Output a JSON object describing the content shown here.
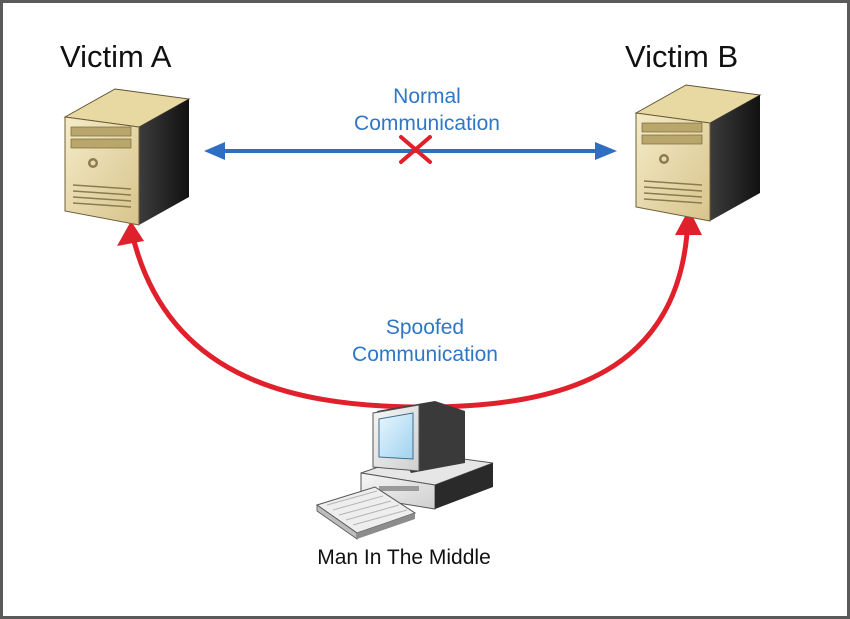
{
  "nodes": {
    "victim_a": {
      "label": "Victim A",
      "icon": "server-icon"
    },
    "victim_b": {
      "label": "Victim B",
      "icon": "server-icon"
    },
    "attacker": {
      "label": "Man In The Middle",
      "icon": "desktop-computer-icon"
    }
  },
  "edges": {
    "normal": {
      "label_line1": "Normal",
      "label_line2": "Communication",
      "color": "#2e6fc4",
      "blocked": true,
      "blocked_marker": "cross-icon",
      "blocked_color": "#e0202a"
    },
    "spoofed": {
      "label_line1": "Spoofed",
      "label_line2": "Communication",
      "color": "#e0202a"
    }
  },
  "colors": {
    "label_blue": "#2f77c6",
    "frame": "#5a5a5a"
  }
}
